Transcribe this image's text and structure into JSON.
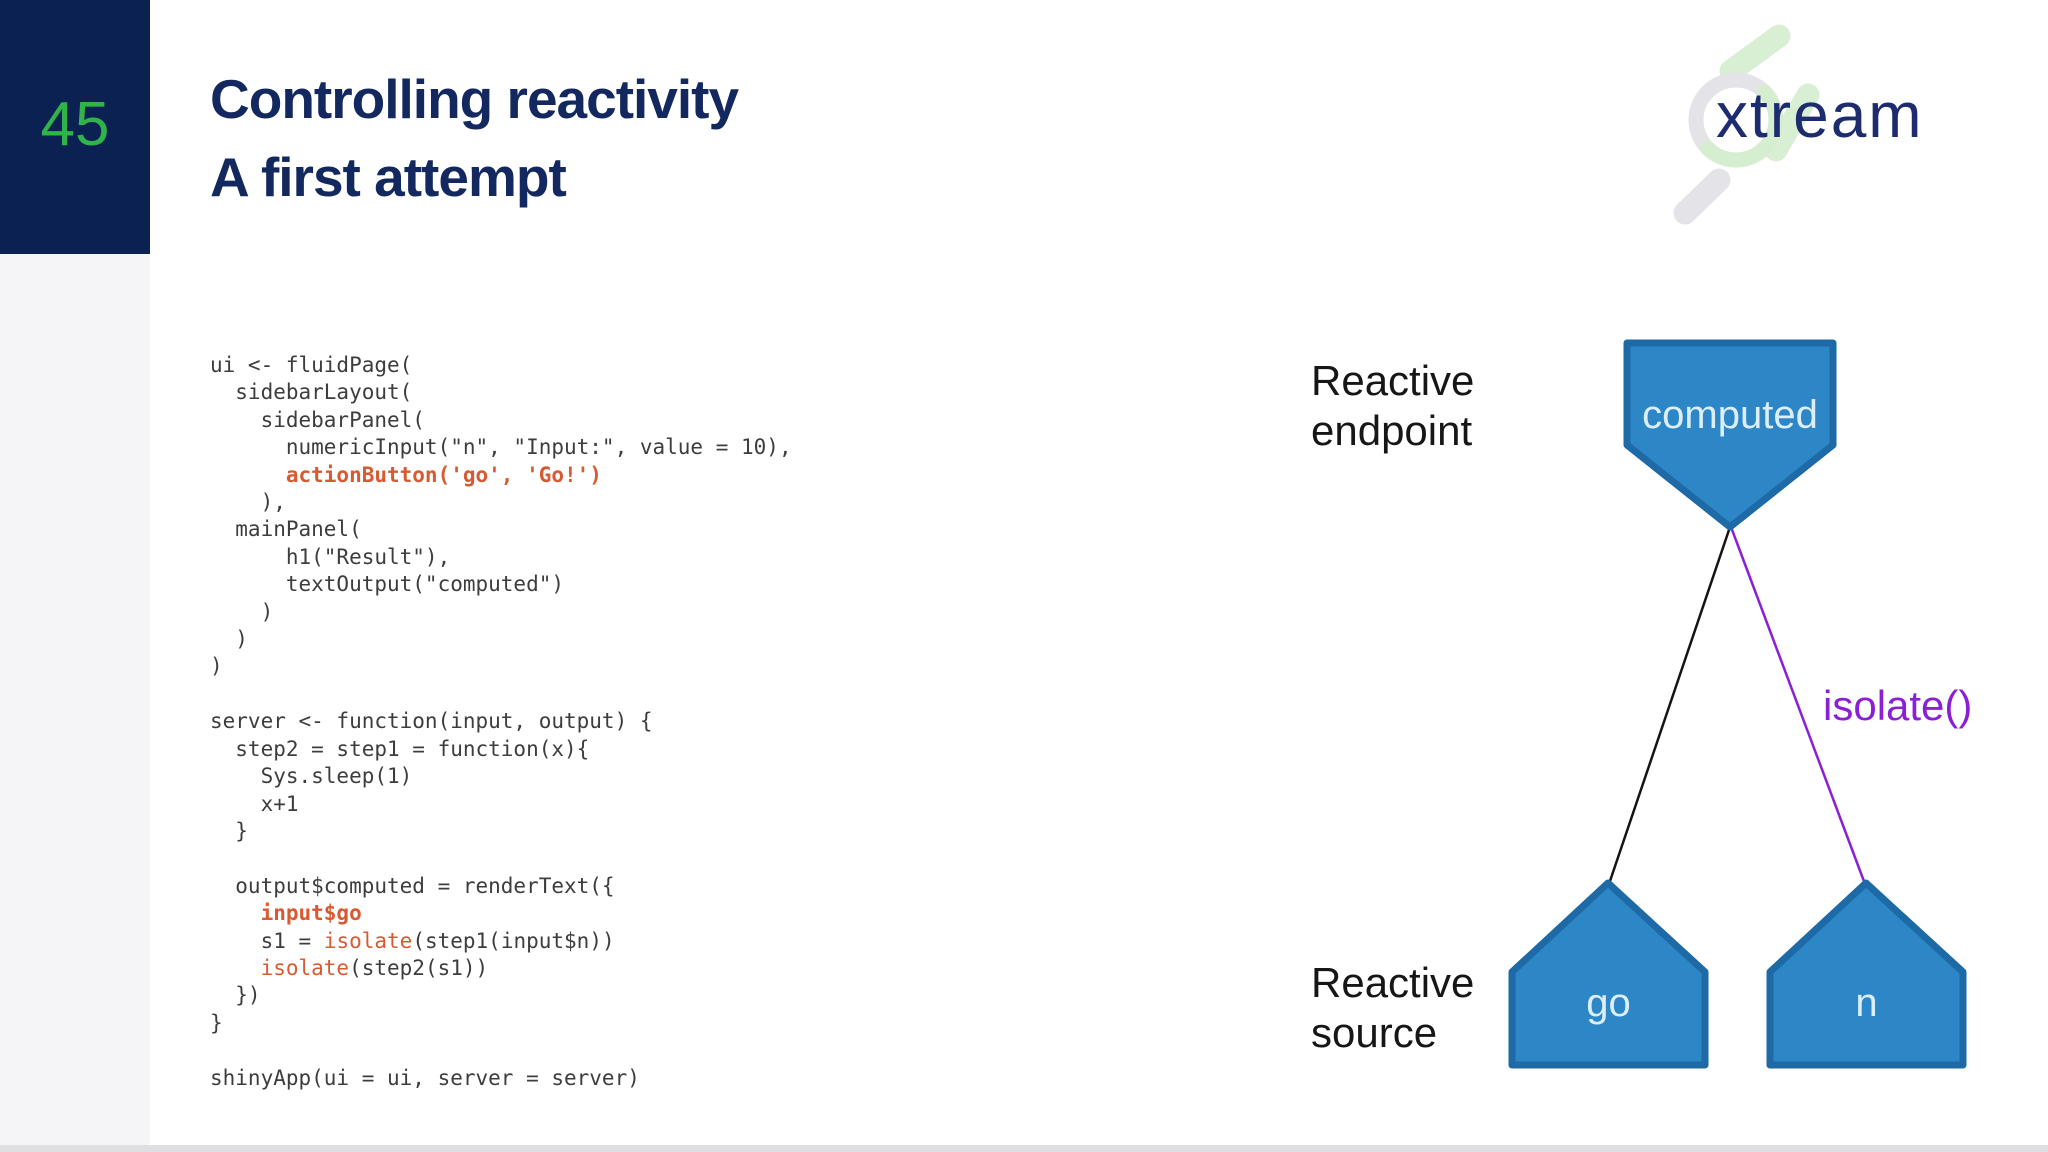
{
  "slide": {
    "page_number": "45",
    "title": "Controlling reactivity\nA first attempt"
  },
  "logo": {
    "text": "xtream"
  },
  "colors": {
    "navy_box": "#0b2152",
    "title_navy": "#12285e",
    "page_number_green": "#2fb34a",
    "code_gray": "#3d3d3d",
    "code_highlight_orange": "#d85a33",
    "node_fill_blue": "#2d86c5",
    "node_stroke_blue": "#1d6aa6",
    "node_text": "#ddeefb",
    "isolate_purple": "#8b1fd6",
    "dependency_line_black": "#141414",
    "rail_gray": "#f5f5f7"
  },
  "code": {
    "lines": [
      {
        "segments": [
          {
            "text": "ui <- fluidPage(",
            "style": "p"
          }
        ]
      },
      {
        "segments": [
          {
            "text": "  sidebarLayout(",
            "style": "p"
          }
        ]
      },
      {
        "segments": [
          {
            "text": "    sidebarPanel(",
            "style": "p"
          }
        ]
      },
      {
        "segments": [
          {
            "text": "      numericInput(\"n\", \"Input:\", value = 10),",
            "style": "p"
          }
        ]
      },
      {
        "segments": [
          {
            "text": "      ",
            "style": "p"
          },
          {
            "text": "actionButton('go', 'Go!')",
            "style": "b"
          }
        ]
      },
      {
        "segments": [
          {
            "text": "    ),",
            "style": "p"
          }
        ]
      },
      {
        "segments": [
          {
            "text": "  mainPanel(",
            "style": "p"
          }
        ]
      },
      {
        "segments": [
          {
            "text": "      h1(\"Result\"),",
            "style": "p"
          }
        ]
      },
      {
        "segments": [
          {
            "text": "      textOutput(\"computed\")",
            "style": "p"
          }
        ]
      },
      {
        "segments": [
          {
            "text": "    )",
            "style": "p"
          }
        ]
      },
      {
        "segments": [
          {
            "text": "  )",
            "style": "p"
          }
        ]
      },
      {
        "segments": [
          {
            "text": ")",
            "style": "p"
          }
        ]
      },
      {
        "segments": [
          {
            "text": "",
            "style": "p"
          }
        ]
      },
      {
        "segments": [
          {
            "text": "server <- function(input, output) {",
            "style": "p"
          }
        ]
      },
      {
        "segments": [
          {
            "text": "  step2 = step1 = function(x){",
            "style": "p"
          }
        ]
      },
      {
        "segments": [
          {
            "text": "    Sys.sleep(1)",
            "style": "p"
          }
        ]
      },
      {
        "segments": [
          {
            "text": "    x+1",
            "style": "p"
          }
        ]
      },
      {
        "segments": [
          {
            "text": "  }",
            "style": "p"
          }
        ]
      },
      {
        "segments": [
          {
            "text": "",
            "style": "p"
          }
        ]
      },
      {
        "segments": [
          {
            "text": "  output$computed = renderText({",
            "style": "p"
          }
        ]
      },
      {
        "segments": [
          {
            "text": "    ",
            "style": "p"
          },
          {
            "text": "input$go",
            "style": "b"
          }
        ]
      },
      {
        "segments": [
          {
            "text": "    s1 = ",
            "style": "p"
          },
          {
            "text": "isolate",
            "style": "o"
          },
          {
            "text": "(step1(input$n))",
            "style": "p"
          }
        ]
      },
      {
        "segments": [
          {
            "text": "    ",
            "style": "p"
          },
          {
            "text": "isolate",
            "style": "o"
          },
          {
            "text": "(step2(s1))",
            "style": "p"
          }
        ]
      },
      {
        "segments": [
          {
            "text": "  })",
            "style": "p"
          }
        ]
      },
      {
        "segments": [
          {
            "text": "}",
            "style": "p"
          }
        ]
      },
      {
        "segments": [
          {
            "text": "",
            "style": "p"
          }
        ]
      },
      {
        "segments": [
          {
            "text": "shinyApp(ui = ui, server = server)",
            "style": "p"
          }
        ]
      }
    ]
  },
  "diagram": {
    "endpoint_label": "Reactive\nendpoint",
    "source_label": "Reactive\nsource",
    "isolate_label": "isolate()",
    "nodes": {
      "computed": "computed",
      "go": "go",
      "n": "n"
    }
  }
}
